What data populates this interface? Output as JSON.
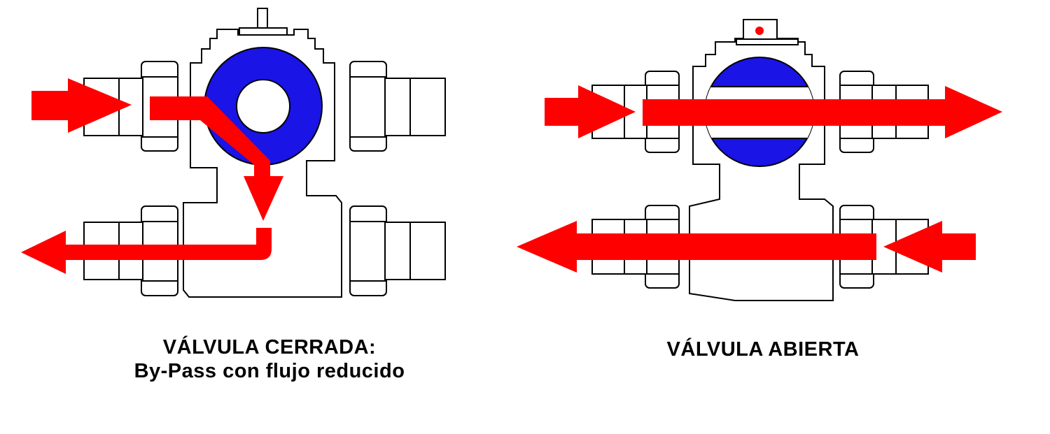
{
  "colors": {
    "flow_arrow": "#ff0000",
    "ball": "#1a14e6",
    "outline": "#000000",
    "background": "#ffffff"
  },
  "left_panel": {
    "caption_line1": "VÁLVULA CERRADA:",
    "caption_line2": "By-Pass con flujo reducido"
  },
  "right_panel": {
    "caption": "VÁLVULA ABIERTA"
  }
}
